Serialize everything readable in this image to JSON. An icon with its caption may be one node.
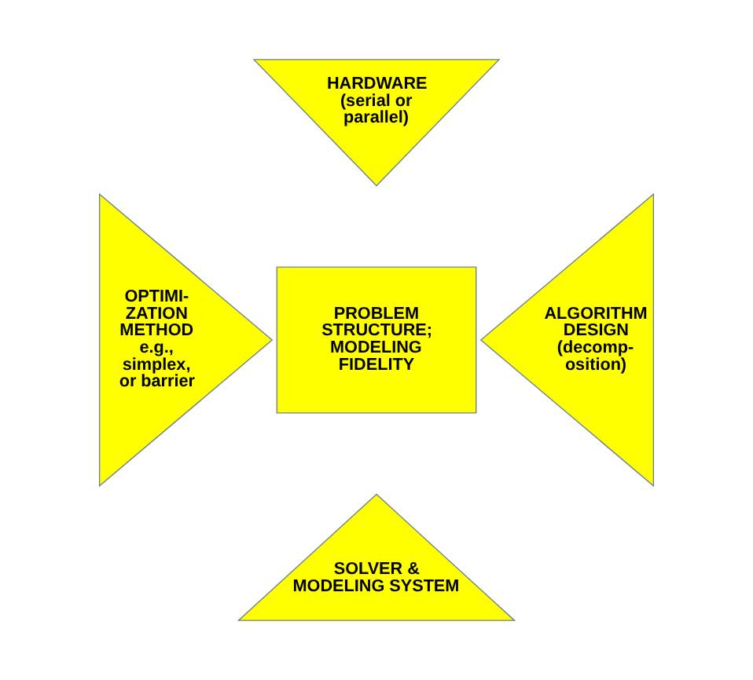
{
  "diagram": {
    "nodes": [
      {
        "text": [
          "HARDWARE (serial or parallel)"
        ]
      },
      {
        "text": [
          "OPTIMI- ZATION METHOD e.g., simplex, or barrier"
        ]
      },
      {
        "text": [
          "PROBLEM STRUCTURE; MODELING FIDELITY"
        ]
      },
      {
        "text": [
          "ALGORITHM DESIGN (decomp- osition)"
        ]
      },
      {
        "text": [
          "SOLVER & MODELING SYSTEM"
        ]
      }
    ],
    "edges": []
  }
}
